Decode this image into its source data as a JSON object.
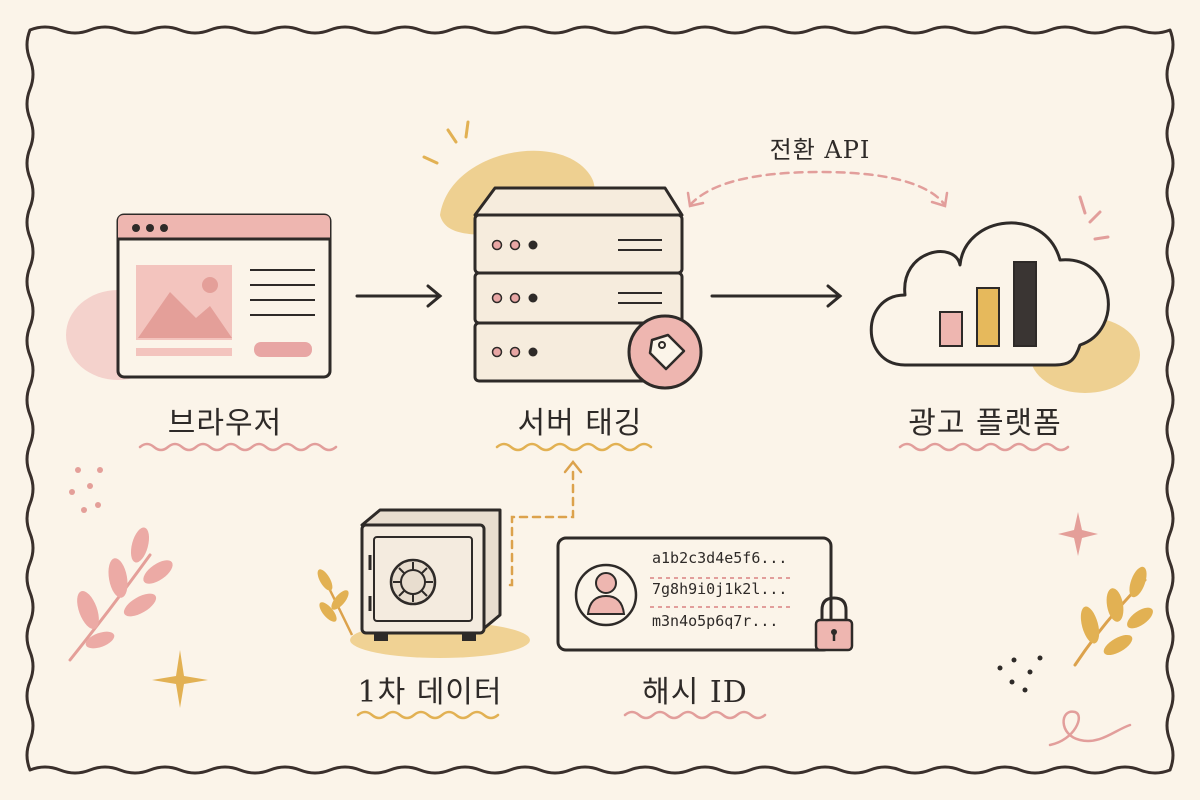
{
  "labels": {
    "browser": "브라우저",
    "server_tagging": "서버 태깅",
    "ad_platform": "광고 플랫폼",
    "first_party_data": "1차 데이터",
    "hashed_id": "해시 ID",
    "conversion_api": "전환 API"
  },
  "hashes": [
    "a1b2c3d4e5f6...",
    "7g8h9i0j1k2l...",
    "m3n4o5p6q7r..."
  ],
  "colors": {
    "background": "#fbf4e9",
    "ink": "#2e2a28",
    "pink": "#e8a6a4",
    "yellow": "#e4b860",
    "paper": "#f6ecdd"
  },
  "icons": [
    "browser-window-icon",
    "server-rack-icon",
    "price-tag-icon",
    "cloud-icon",
    "bar-chart-icon",
    "safe-icon",
    "user-avatar-icon",
    "padlock-icon"
  ]
}
